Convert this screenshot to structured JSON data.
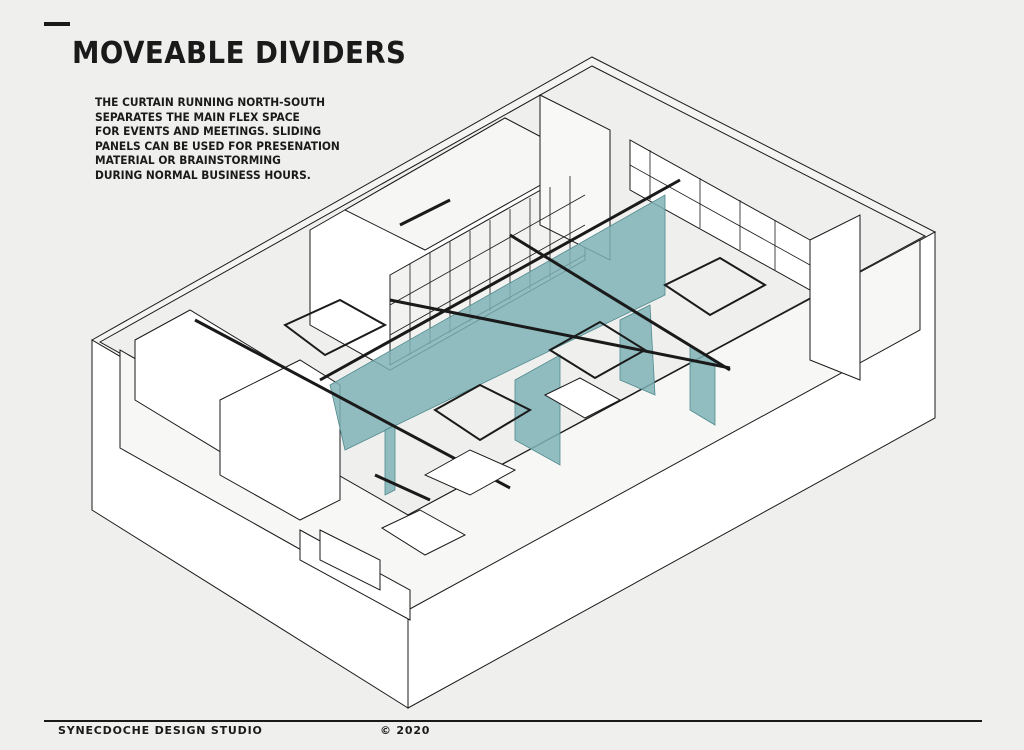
{
  "title": "MOVEABLE DIVIDERS",
  "description": [
    "THE CURTAIN RUNNING NORTH-SOUTH",
    "SEPARATES THE MAIN FLEX SPACE",
    "FOR EVENTS AND MEETINGS. SLIDING",
    "PANELS CAN BE USED FOR PRESENATION",
    "MATERIAL OR BRAINSTORMING",
    "DURING NORMAL BUSINESS HOURS."
  ],
  "footer": {
    "studio": "SYNECDOCHE DESIGN STUDIO",
    "copyright": "© 2020"
  },
  "colors": {
    "curtain": "#7fb3b6",
    "line": "#1a1a1a",
    "background": "#efefed"
  }
}
